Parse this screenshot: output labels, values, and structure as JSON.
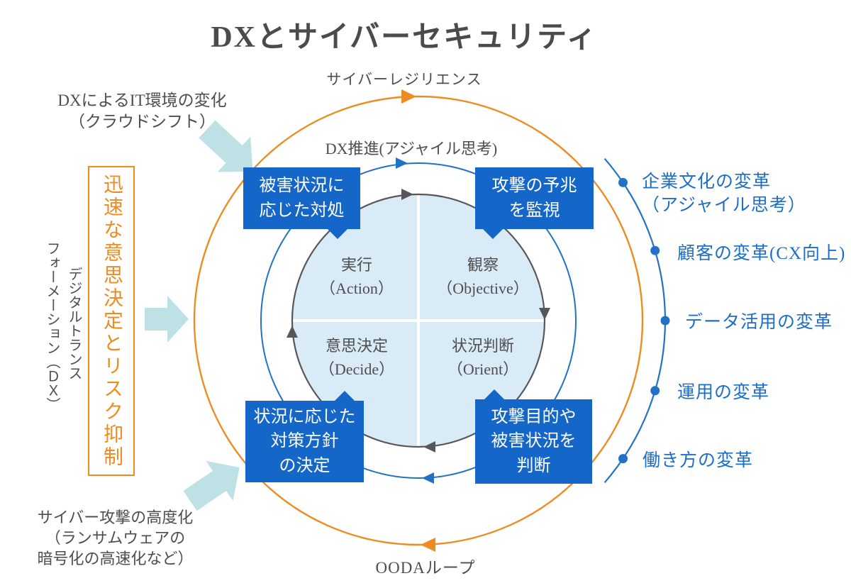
{
  "title": "DXとサイバーセキュリティ",
  "ring_labels": {
    "outer_top": "サイバーレジリエンス",
    "middle_top": "DX推進(アジャイル思考)",
    "outer_bottom": "OODAループ"
  },
  "left_column": {
    "it_change_note": "DXによるIT環境の変化\n（クラウドシフト）",
    "decision_banner": "迅速な意思決定とリスク抑制",
    "dx_vertical_label": "デジタルトランス\nフォーメーション（ＤＸ）",
    "attack_note": "サイバー攻撃の高度化\n（ランサムウェアの\n暗号化の高速化など）"
  },
  "ooda_quadrants": [
    {
      "jp": "実行",
      "en": "（Action）"
    },
    {
      "jp": "観察",
      "en": "（Objective）"
    },
    {
      "jp": "意思決定",
      "en": "（Decide）"
    },
    {
      "jp": "状況判断",
      "en": "（Orient）"
    }
  ],
  "callouts": [
    {
      "id": "damage-response",
      "text": "被害状況に\n応じた対処"
    },
    {
      "id": "monitor-attack-signs",
      "text": "攻撃の予兆\nを監視"
    },
    {
      "id": "decide-countermeasures",
      "text": "状況に応じた\n対策方針\nの決定"
    },
    {
      "id": "judge-attack-purpose",
      "text": "攻撃目的や\n被害状況を\n判断"
    }
  ],
  "transformation_items": [
    "企業文化の変革\n（アジャイル思考）",
    "顧客の変革(CX向上)",
    "データ活用の変革",
    "運用の変革",
    "働き方の変革"
  ],
  "colors": {
    "orange": "#ED8C22",
    "ring_blue": "#2271C7",
    "callout_blue": "#1566C9",
    "ring_gray": "#57575B",
    "text_gray": "#4E4E51",
    "ooda_disc_fill": "#D9EBF7",
    "teal_arrow": "#BEE1E6"
  }
}
